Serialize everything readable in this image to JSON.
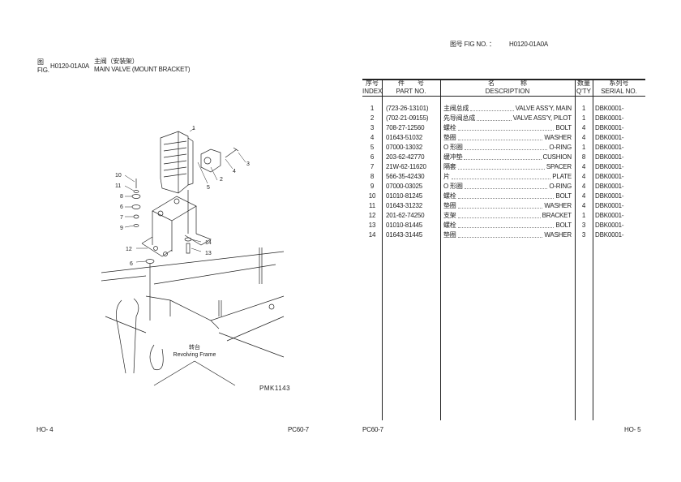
{
  "left_page": {
    "fig_label_cn": "图",
    "fig_label_en": "FIG.",
    "fig_no": "H0120-01A0A",
    "title_cn": "主阀（安装架）",
    "title_en": "MAIN VALVE (MOUNT BRACKET)",
    "diagram": {
      "callouts": [
        "1",
        "2",
        "3",
        "4",
        "5",
        "10",
        "11",
        "8",
        "6",
        "7",
        "9",
        "12",
        "14",
        "13",
        "6"
      ],
      "frame_label_cn": "转台",
      "frame_label_en": "Revolving Frame",
      "drawing_code": "PMK1143"
    },
    "footer_left": "HO- 4",
    "footer_right": "PC60-7"
  },
  "right_page": {
    "fig_no_label": "图号 FIG NO. ：",
    "fig_no": "H0120-01A0A",
    "headers": {
      "index_cn": "序号",
      "index_en": "INDEX",
      "part_cn": "件　　号",
      "part_en": "PART NO.",
      "desc_cn": "名　　　　称",
      "desc_en": "DESCRIPTION",
      "qty_cn": "数量",
      "qty_en": "Q'TY",
      "serial_cn": "系列号",
      "serial_en": "SERIAL NO."
    },
    "rows": [
      {
        "index": "1",
        "part": "(723-26-13101)",
        "cn": "主阀总成",
        "en": "VALVE ASS'Y, MAIN",
        "qty": "1",
        "serial": "DBK0001-"
      },
      {
        "index": "2",
        "part": "(702-21-09155)",
        "cn": "先导阀总成",
        "en": "VALVE ASS'Y, PILOT",
        "qty": "1",
        "serial": "DBK0001-"
      },
      {
        "index": "3",
        "part": "708-27-12560",
        "cn": "螺栓",
        "en": "BOLT",
        "qty": "4",
        "serial": "DBK0001-"
      },
      {
        "index": "4",
        "part": "01643-51032",
        "cn": "垫圈",
        "en": "WASHER",
        "qty": "4",
        "serial": "DBK0001-"
      },
      {
        "index": "5",
        "part": "07000-13032",
        "cn": "O 形圈",
        "en": "O-RING",
        "qty": "1",
        "serial": "DBK0001-"
      },
      {
        "index": "6",
        "part": "203-62-42770",
        "cn": "缓冲垫",
        "en": "CUSHION",
        "qty": "8",
        "serial": "DBK0001-"
      },
      {
        "index": "7",
        "part": "21W-62-11620",
        "cn": "隔套",
        "en": "SPACER",
        "qty": "4",
        "serial": "DBK0001-"
      },
      {
        "index": "8",
        "part": "566-35-42430",
        "cn": "片",
        "en": "PLATE",
        "qty": "4",
        "serial": "DBK0001-"
      },
      {
        "index": "9",
        "part": "07000-03025",
        "cn": "O 形圈",
        "en": "O-RING",
        "qty": "4",
        "serial": "DBK0001-"
      },
      {
        "index": "10",
        "part": "01010-81245",
        "cn": "螺栓",
        "en": "BOLT",
        "qty": "4",
        "serial": "DBK0001-"
      },
      {
        "index": "11",
        "part": "01643-31232",
        "cn": "垫圈",
        "en": "WASHER",
        "qty": "4",
        "serial": "DBK0001-"
      },
      {
        "index": "12",
        "part": "201-62-74250",
        "cn": "支架",
        "en": "BRACKET",
        "qty": "1",
        "serial": "DBK0001-"
      },
      {
        "index": "13",
        "part": "01010-81445",
        "cn": "螺栓",
        "en": "BOLT",
        "qty": "3",
        "serial": "DBK0001-"
      },
      {
        "index": "14",
        "part": "01643-31445",
        "cn": "垫圈",
        "en": "WASHER",
        "qty": "3",
        "serial": "DBK0001-"
      }
    ],
    "footer_left": "PC60-7",
    "footer_right": "HO- 5"
  }
}
